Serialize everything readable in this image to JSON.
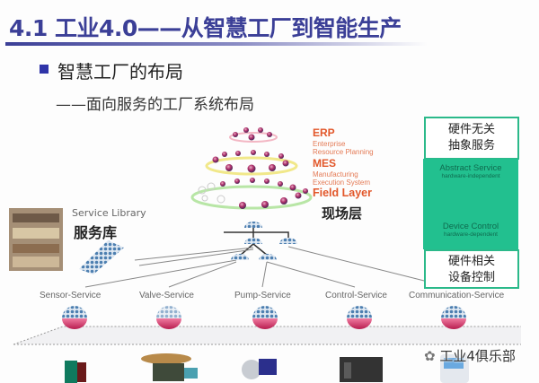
{
  "title": "4.1 工业4.0——从智慧工厂到智能生产",
  "heading": "智慧工厂的布局",
  "subheading": "——面向服务的工厂系统布局",
  "layers": {
    "erp": {
      "title": "ERP",
      "sub1": "Enterprise",
      "sub2": "Resource Planning"
    },
    "mes": {
      "title": "MES",
      "sub1": "Manufacturing",
      "sub2": "Execution System"
    },
    "field": {
      "title": "Field Layer",
      "cn": "现场层"
    }
  },
  "right_panel": {
    "top_box": {
      "line1": "硬件无关",
      "line2": "抽象服务"
    },
    "abstract_service": "Abstract Service",
    "hw_independent": "hardware-independent",
    "device_control": "Device Control",
    "hw_dependent": "hardware-dependent",
    "bottom_box": {
      "line1": "硬件相关",
      "line2": "设备控制"
    }
  },
  "service_library": {
    "en": "Service Library",
    "cn": "服务库"
  },
  "services": [
    "Sensor-Service",
    "Valve-Service",
    "Pump-Service",
    "Control-Service",
    "Communication-Service"
  ],
  "watermark": "工业4俱乐部",
  "colors": {
    "title": "#3b3f97",
    "accent": "#e2572a",
    "green": "#22c08f"
  }
}
